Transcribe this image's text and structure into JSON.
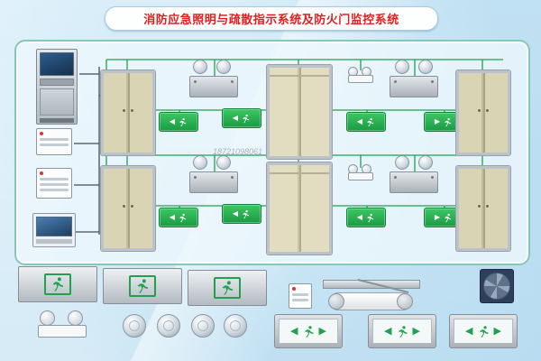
{
  "banner": {
    "title": "消防应急照明与疏散指示系统及防火门监控系统"
  },
  "watermark": "18721098061",
  "icons": {
    "left_arrow": "◀",
    "right_arrow": "▶",
    "running_man": "running-man-pictogram"
  },
  "colors": {
    "title_red": "#e02020",
    "sign_green": "#1fa14e",
    "board_blue": "#cfe7f5",
    "door_beige": "#d7d2b2",
    "panel_border_teal": "#86c7b9"
  }
}
